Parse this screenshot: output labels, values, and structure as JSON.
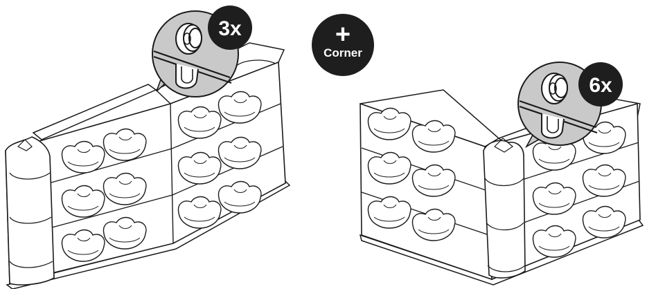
{
  "assemblies": [
    {
      "id": "straight",
      "badge_text": "3x"
    },
    {
      "id": "corner",
      "badge_text": "6x"
    }
  ],
  "plus_badge": {
    "symbol": "+",
    "text": "Corner"
  },
  "colors": {
    "line": "#1a1a1a",
    "fill": "#ffffff",
    "badge": "#1e1e1e",
    "callout": "#c9c9c9"
  },
  "icons": [
    "spacer-ring-icon",
    "clip-detail-icon"
  ]
}
